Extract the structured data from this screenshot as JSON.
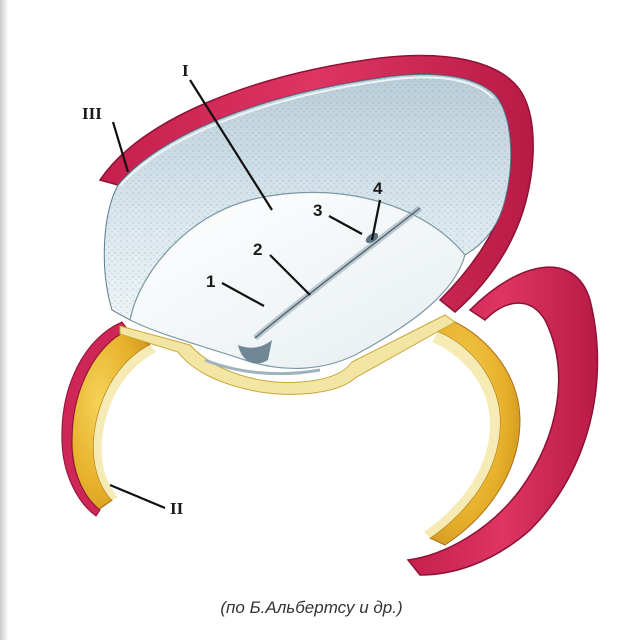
{
  "labels": {
    "I": "I",
    "II": "II",
    "III": "III",
    "n1": "1",
    "n2": "2",
    "n3": "3",
    "n4": "4"
  },
  "caption": "(по Б.Альбертсу и др.)",
  "colors": {
    "ectoderm_outer": "#d42a5a",
    "ectoderm_dark": "#b01b45",
    "yolk": "#e7b42a",
    "cream_rim": "#f6ebb4",
    "cavity": "#cfe1ea",
    "floor": "#f4f8f9"
  }
}
